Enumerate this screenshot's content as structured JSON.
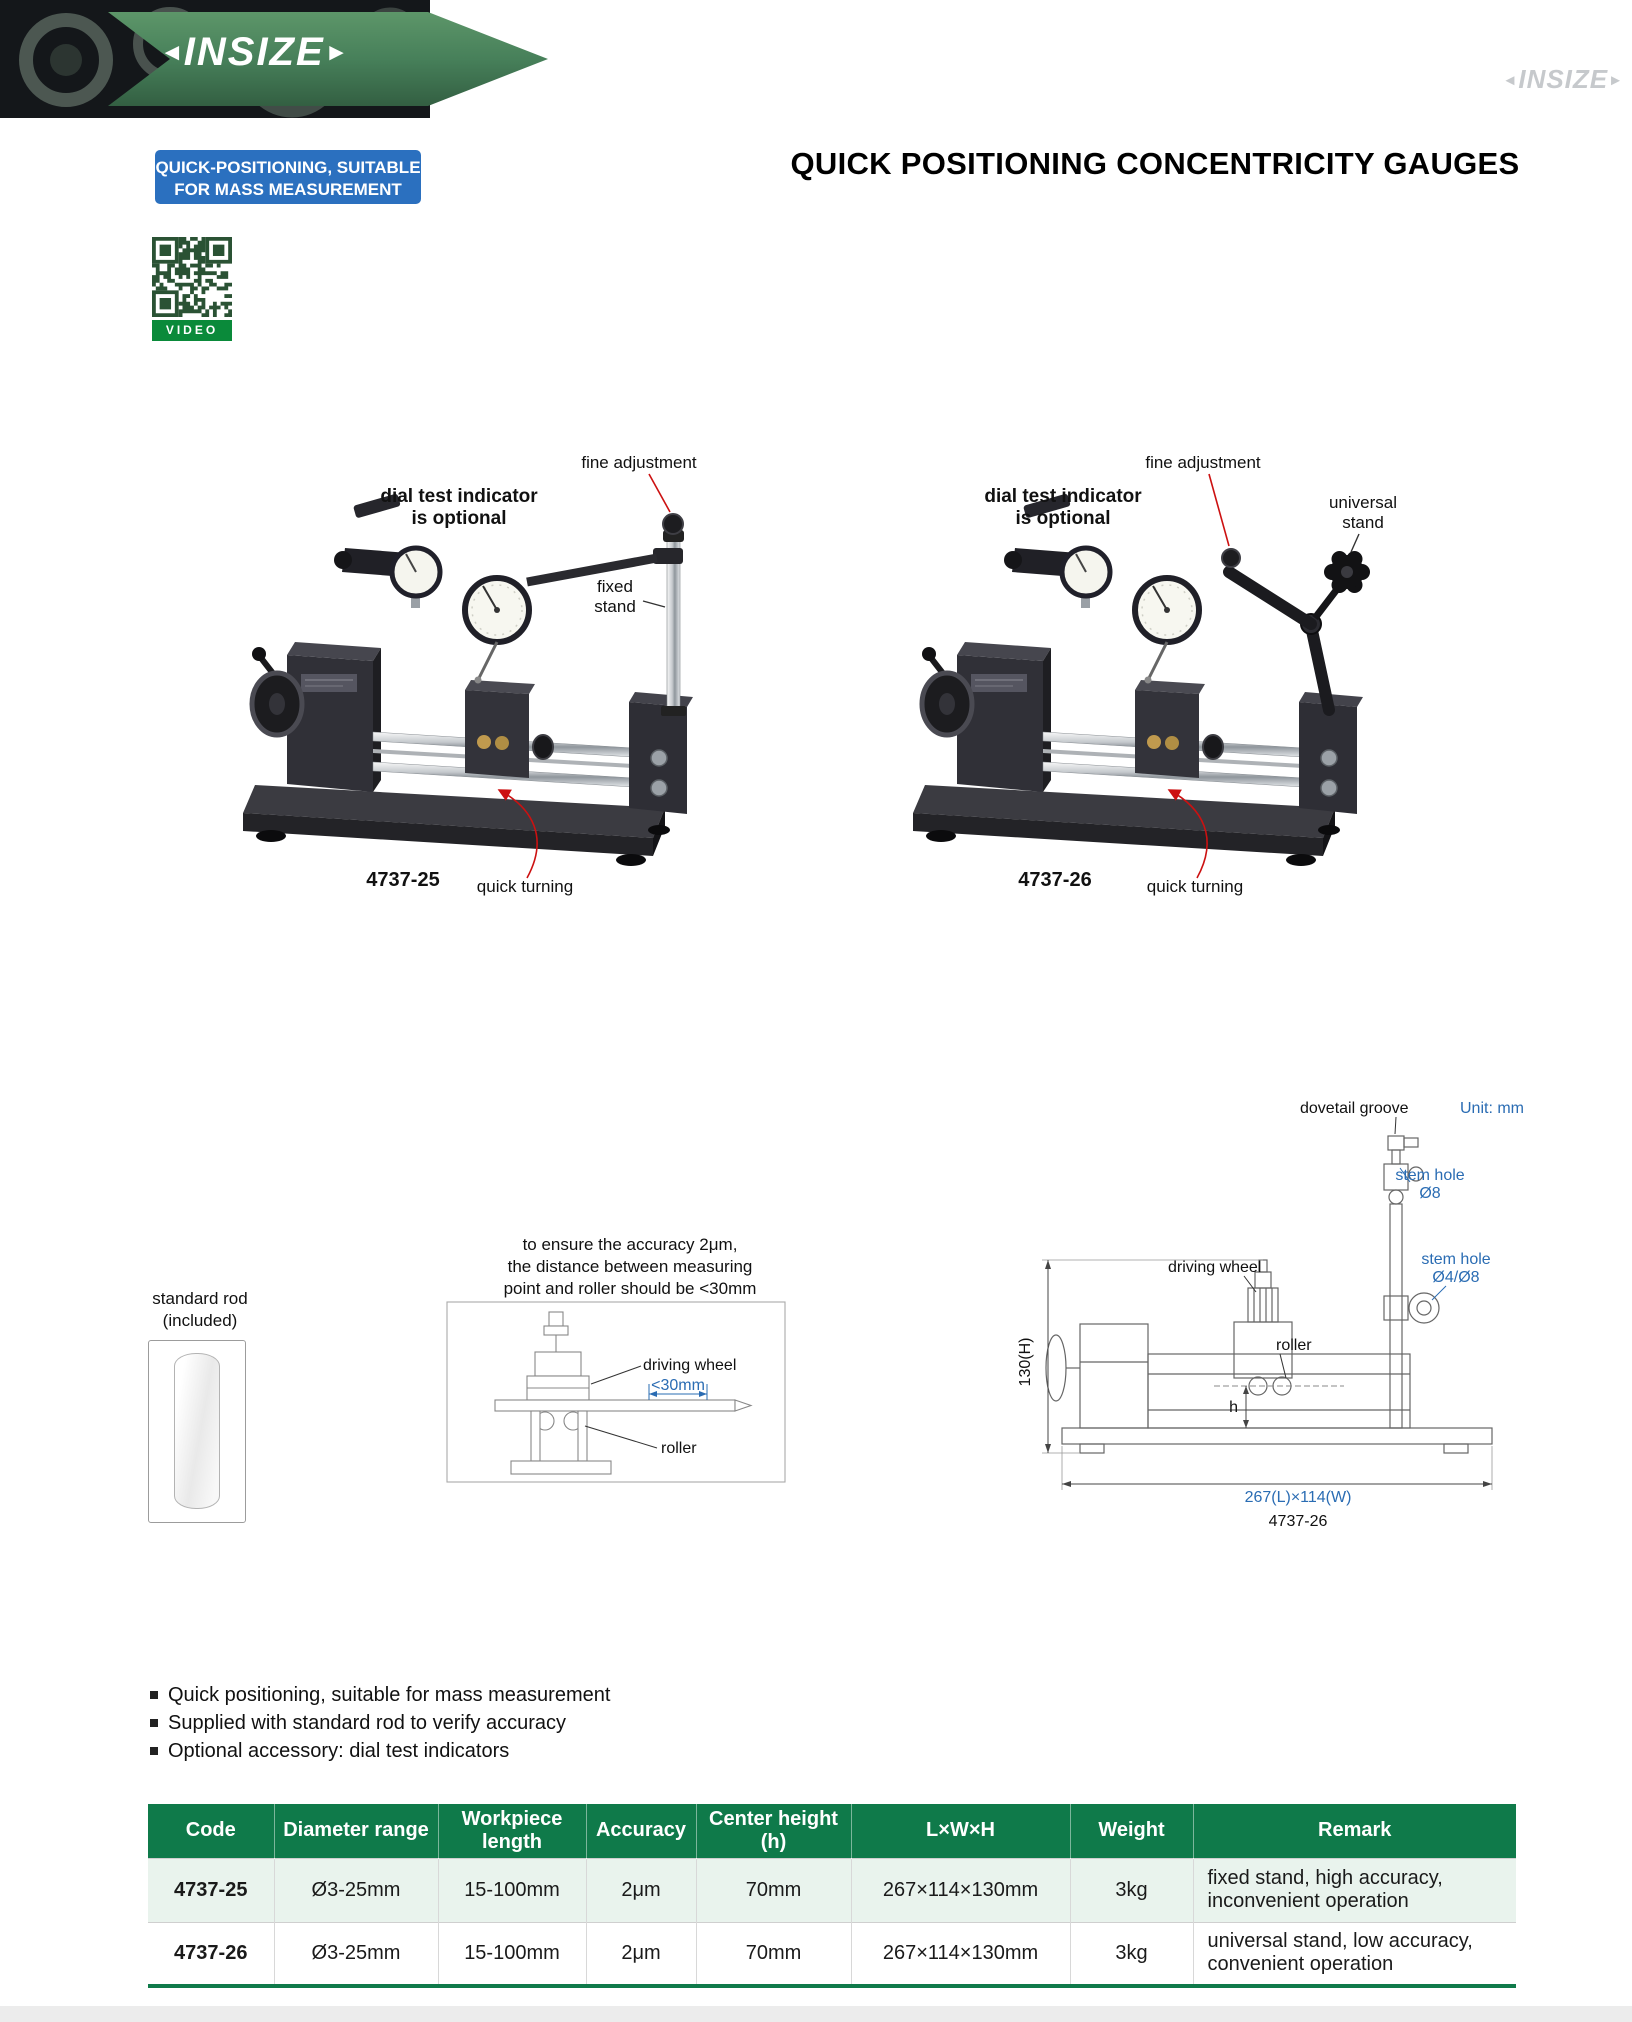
{
  "header": {
    "brand": "INSIZE",
    "watermark": "INSIZE",
    "arrow_left": "◄",
    "arrow_right": "►"
  },
  "intro": {
    "badge_line1": "QUICK-POSITIONING, SUITABLE",
    "badge_line2": "FOR MASS MEASUREMENT",
    "title": "QUICK POSITIONING CONCENTRICITY GAUGES",
    "video_label": "VIDEO"
  },
  "products": [
    {
      "code": "4737-25",
      "dial_note_line1": "dial test indicator",
      "dial_note_line2": "is optional",
      "fine_adjustment": "fine adjustment",
      "stand_line1": "fixed",
      "stand_line2": "stand",
      "quick_turning": "quick turning"
    },
    {
      "code": "4737-26",
      "dial_note_line1": "dial test indicator",
      "dial_note_line2": "is optional",
      "fine_adjustment": "fine adjustment",
      "stand_line1": "universal",
      "stand_line2": "stand",
      "quick_turning": "quick turning"
    }
  ],
  "standard_rod": {
    "label_line1": "standard rod",
    "label_line2": "(included)"
  },
  "accuracy_note": {
    "line1": "to ensure the accuracy 2μm,",
    "line2": "the distance between measuring",
    "line3": "point and roller should be <30mm",
    "driving_wheel": "driving wheel",
    "distance": "<30mm",
    "roller": "roller"
  },
  "dimension_drawing": {
    "unit": "Unit: mm",
    "dovetail_groove": "dovetail groove",
    "stem_hole_top_label": "stem hole",
    "stem_hole_top_value": "Ø8",
    "driving_wheel": "driving wheel",
    "stem_hole_side_label": "stem hole",
    "stem_hole_side_value": "Ø4/Ø8",
    "roller": "roller",
    "height_dim": "130(H)",
    "h_dim": "h",
    "base_dim": "267(L)×114(W)",
    "model": "4737-26"
  },
  "features": [
    "Quick positioning, suitable for mass measurement",
    "Supplied with standard rod to verify accuracy",
    "Optional accessory: dial test indicators"
  ],
  "table": {
    "headers": [
      "Code",
      "Diameter range",
      "Workpiece length",
      "Accuracy",
      "Center height (h)",
      "L×W×H",
      "Weight",
      "Remark"
    ],
    "rows": [
      {
        "code": "4737-25",
        "diameter_range": "Ø3-25mm",
        "workpiece_length": "15-100mm",
        "accuracy": "2μm",
        "center_height": "70mm",
        "lwh": "267×114×130mm",
        "weight": "3kg",
        "remark": "fixed stand, high accuracy, inconvenient operation"
      },
      {
        "code": "4737-26",
        "diameter_range": "Ø3-25mm",
        "workpiece_length": "15-100mm",
        "accuracy": "2μm",
        "center_height": "70mm",
        "lwh": "267×114×130mm",
        "weight": "3kg",
        "remark": "universal stand, low accuracy, convenient operation"
      }
    ]
  },
  "colors": {
    "brand_green": "#0f7a4a",
    "banner_green": "#47805a",
    "badge_blue": "#2b70bf",
    "annotation_blue": "#2a6cb3",
    "leader_red": "#cc1111",
    "row_alt_green": "#e9f3ed"
  }
}
